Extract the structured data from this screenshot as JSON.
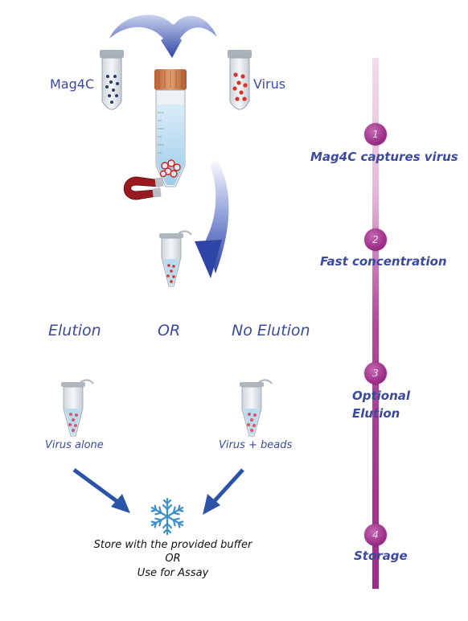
{
  "reagents": {
    "mag4c_label": "Mag4C",
    "virus_label": "Virus"
  },
  "choice": {
    "elution": "Elution",
    "or": "OR",
    "no_elution": "No Elution"
  },
  "results": {
    "virus_alone": "Virus alone",
    "virus_beads": "Virus + beads"
  },
  "final": {
    "line1": "Store with the provided buffer",
    "line2": "OR",
    "line3": "Use for Assay"
  },
  "timeline": {
    "steps": [
      {
        "number": "1",
        "label": "Mag4C captures virus"
      },
      {
        "number": "2",
        "label": "Fast concentration"
      },
      {
        "number": "3",
        "label_line1": "Optional",
        "label_line2": "Elution"
      },
      {
        "number": "4",
        "label": "Storage"
      }
    ]
  },
  "colors": {
    "text_blue": "#3b4a9e",
    "arrow_blue": "#2b54a8",
    "timeline": "#a2378e",
    "cap": "#c97a4c"
  },
  "icons": [
    "curved-arrow-icon",
    "test-tube-icon",
    "magnet-icon",
    "microtube-icon",
    "snowflake-icon"
  ]
}
